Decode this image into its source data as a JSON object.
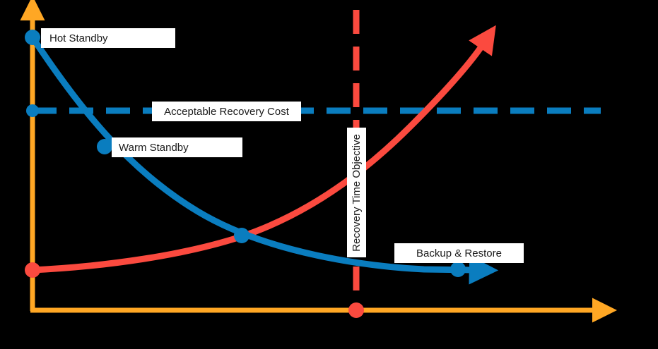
{
  "figure": {
    "background_color": "#000000",
    "axis_color": "#FFA724",
    "cost_series_color": "#0A7DBF",
    "time_series_color": "#FB4A3F",
    "label_box_background": "#FFFFFF",
    "label_text_color": "#1A1A1A"
  },
  "labels": {
    "hot_standby": "Hot Standby",
    "warm_standby": "Warm Standby",
    "acceptable_recovery_cost": "Acceptable Recovery Cost",
    "backup_restore": "Backup & Restore",
    "recovery_time_objective": "Recovery Time Objective"
  },
  "chart_data": {
    "type": "line",
    "title": "",
    "xlabel": "",
    "ylabel": "",
    "xlim": [
      0,
      100
    ],
    "ylim": [
      0,
      100
    ],
    "grid": false,
    "legend_position": "none",
    "annotations": [
      {
        "name": "hot-standby",
        "text": "Hot Standby",
        "series": "cost-of-recovery",
        "x": 0,
        "y": 89
      },
      {
        "name": "warm-standby",
        "text": "Warm Standby",
        "series": "cost-of-recovery",
        "x": 12.5,
        "y": 54
      },
      {
        "name": "backup-restore",
        "text": "Backup & Restore",
        "series": "cost-of-recovery",
        "x": 74,
        "y": 13.5
      },
      {
        "name": "acceptable-recovery-cost",
        "text": "Acceptable Recovery Cost",
        "type": "horizontal-threshold",
        "y": 66,
        "style": "dashed",
        "color": "#0A7DBF"
      },
      {
        "name": "recovery-time-objective",
        "text": "Recovery Time Objective",
        "type": "vertical-threshold",
        "x": 56.4,
        "style": "dashed",
        "color": "#FB4A3F"
      }
    ],
    "series": [
      {
        "name": "cost-of-recovery",
        "color": "#0A7DBF",
        "shape": "decreasing-exponential",
        "arrow_end": true,
        "points": [
          {
            "x": 0,
            "y": 89
          },
          {
            "x": 12.5,
            "y": 54
          },
          {
            "x": 36.5,
            "y": 25
          },
          {
            "x": 56.4,
            "y": 17
          },
          {
            "x": 74,
            "y": 13.5
          },
          {
            "x": 79.3,
            "y": 13.3
          }
        ],
        "markers": [
          {
            "x": 0,
            "y": 89
          },
          {
            "x": 12.5,
            "y": 54
          },
          {
            "x": 36.5,
            "y": 25
          },
          {
            "x": 74,
            "y": 13.5
          }
        ]
      },
      {
        "name": "recovery-time",
        "color": "#FB4A3F",
        "shape": "increasing-exponential",
        "arrow_end": true,
        "points": [
          {
            "x": 0,
            "y": 13.3
          },
          {
            "x": 20,
            "y": 17
          },
          {
            "x": 36.5,
            "y": 23
          },
          {
            "x": 50,
            "y": 33
          },
          {
            "x": 63,
            "y": 51
          },
          {
            "x": 74,
            "y": 72
          },
          {
            "x": 79.3,
            "y": 91
          }
        ],
        "markers": [
          {
            "x": 0,
            "y": 13.3
          }
        ]
      }
    ],
    "threshold_lines": [
      {
        "name": "acceptable-recovery-cost-line",
        "orientation": "horizontal",
        "value": 66,
        "color": "#0A7DBF",
        "dash": true,
        "marker_at_axis": true
      },
      {
        "name": "recovery-time-objective-line",
        "orientation": "vertical",
        "value": 56.4,
        "color": "#FB4A3F",
        "dash": true,
        "marker_at_axis": true
      }
    ],
    "axes": {
      "x_axis": {
        "name": "x-axis",
        "arrow": true,
        "color": "#FFA724"
      },
      "y_axis": {
        "name": "y-axis",
        "arrow": true,
        "color": "#FFA724"
      }
    }
  }
}
